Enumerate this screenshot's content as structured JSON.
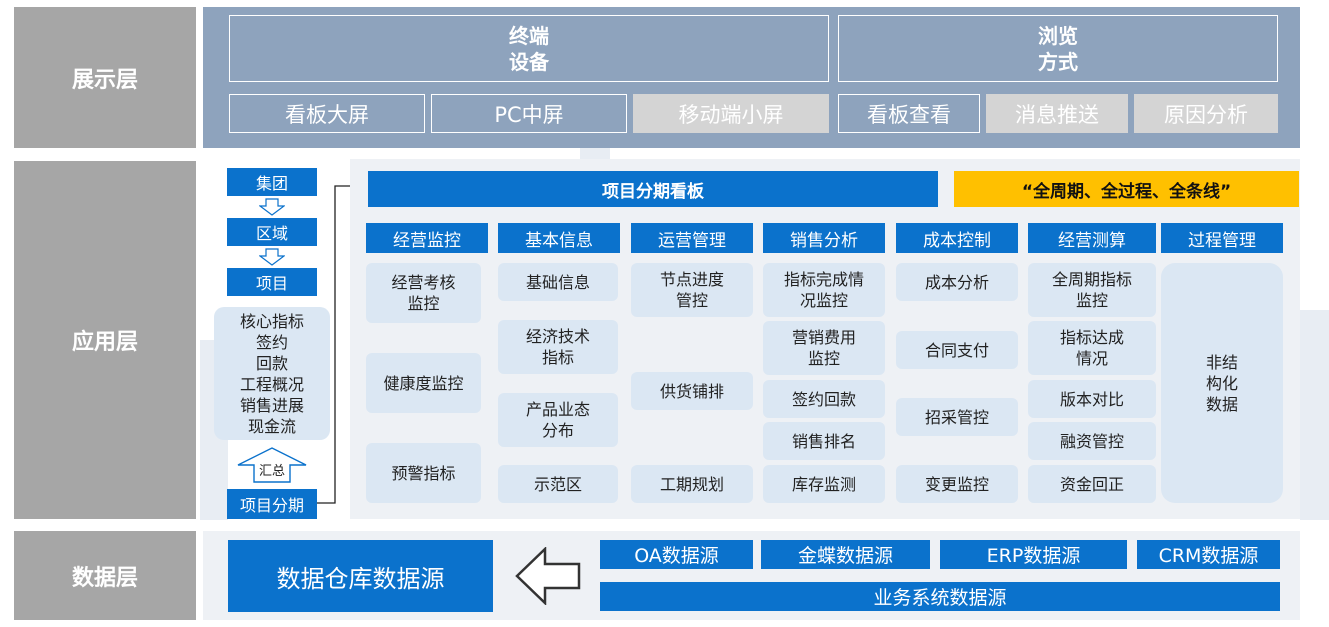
{
  "colors": {
    "layer_label_bg": "#a6a6a6",
    "display_band_bg": "#8ea3bd",
    "primary_blue": "#0b72cc",
    "accent_yellow": "#ffc000",
    "card_bg": "#dbe7f3",
    "panel_bg": "#eef1f5",
    "disabled_grey": "#d4d4d4"
  },
  "layers": {
    "display": "展示层",
    "application": "应用层",
    "data": "数据层"
  },
  "display": {
    "device_header": "终端\n设备",
    "view_header": "浏览\n方式",
    "devices": [
      "看板大屏",
      "PC中屏",
      "移动端小屏"
    ],
    "views": [
      "看板查看",
      "消息推送",
      "原因分析"
    ]
  },
  "hierarchy": {
    "levels": [
      "集团",
      "区域",
      "项目"
    ],
    "metrics": "核心指标\n签约\n回款\n工程概况\n销售进展\n现金流",
    "summary": "汇总",
    "phase": "项目分期"
  },
  "app": {
    "title": "项目分期看板",
    "slogan": "“全周期、全过程、全条线”",
    "columns": [
      {
        "header": "经营监控",
        "items": [
          "经营考核\n监控",
          "健康度监控",
          "预警指标"
        ]
      },
      {
        "header": "基本信息",
        "items": [
          "基础信息",
          "经济技术\n指标",
          "产品业态\n分布",
          "示范区"
        ]
      },
      {
        "header": "运营管理",
        "items": [
          "节点进度\n管控",
          "供货铺排",
          "工期规划"
        ]
      },
      {
        "header": "销售分析",
        "items": [
          "指标完成情\n况监控",
          "营销费用\n监控",
          "签约回款",
          "销售排名",
          "库存监测"
        ]
      },
      {
        "header": "成本控制",
        "items": [
          "成本分析",
          "合同支付",
          "招采管控",
          "变更监控"
        ]
      },
      {
        "header": "经营测算",
        "items": [
          "全周期指标\n监控",
          "指标达成\n情况",
          "版本对比",
          "融资管控",
          "资金回正"
        ]
      },
      {
        "header": "过程管理",
        "items": [
          "非结\n构化\n数据"
        ]
      }
    ]
  },
  "data": {
    "warehouse": "数据仓库数据源",
    "sources": [
      "OA数据源",
      "金蝶数据源",
      "ERP数据源",
      "CRM数据源"
    ],
    "business": "业务系统数据源"
  }
}
